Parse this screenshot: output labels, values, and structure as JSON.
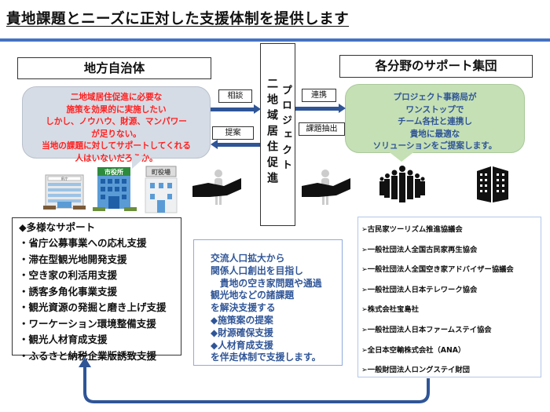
{
  "title": "貴地課題とニーズに正対した支援体制を提供します",
  "colors": {
    "accent_blue": "#2f5597",
    "bar_blue": "#4472c4",
    "left_bubble_bg": "#d6dce5",
    "left_bubble_text": "#ff2020",
    "right_bubble_bg": "#c5e0b4"
  },
  "left": {
    "header": "地方自治体",
    "bubble_lines": [
      "二地域居住促進に必要な",
      "施策を効果的に実施したい",
      "しかし、ノウハウ、財源、マンパワー",
      "が足りない。",
      "当地の課題に対してサポートしてくれる",
      "人はいないだろうか。"
    ],
    "buildings": {
      "prefecture_sign": "県庁",
      "city_sign": "市役所",
      "town_sign": "町役場"
    }
  },
  "center": {
    "col1": "二地域居住促進",
    "col2": "プロジェクト",
    "labels": {
      "soudan": "相談",
      "teian": "提案",
      "renkei": "連携",
      "kadai": "課題抽出"
    }
  },
  "right": {
    "header": "各分野のサポート集団",
    "bubble_lines": [
      "プロジェクト事務局が",
      "ワンストップで",
      "チーム各社と連携し",
      "貴地に最適な",
      "ソリューションをご提案します。"
    ]
  },
  "support": {
    "heading": "◆多様なサポート",
    "items": [
      "・省庁公募事業への応札支援",
      "・滞在型観光地開発支援",
      "・空き家の利活用支援",
      "・誘客多角化事業支援",
      "・観光資源の発掘と磨き上げ支援",
      "・ワーケーション環境整備支援",
      "・観光人材育成支援",
      "・ふるさと納税企業版誘致支援"
    ]
  },
  "middle": {
    "lines": [
      "交流人口拡大から",
      "関係人口創出を目指し",
      "　貴地の空き家問題や通過",
      "観光地などの諸課題",
      "を解決支援する",
      "◆施策案の提案",
      "◆財源確保支援",
      "◆人材育成支援",
      "を伴走体制で支援します。"
    ]
  },
  "orgs": [
    "➢古民家ツーリズム推進協議会",
    "➢一般社団法人全国古民家再生協会",
    "➢一般社団法人全国空き家アドバイザー協議会",
    "➢一般社団法人日本テレワーク協会",
    "➢株式会社宝島社",
    "➢一般社団法人日本ファームステイ協会",
    "➢全日本空輸株式会社（ANA）",
    "➢一般財団法人ロングステイ財団"
  ]
}
